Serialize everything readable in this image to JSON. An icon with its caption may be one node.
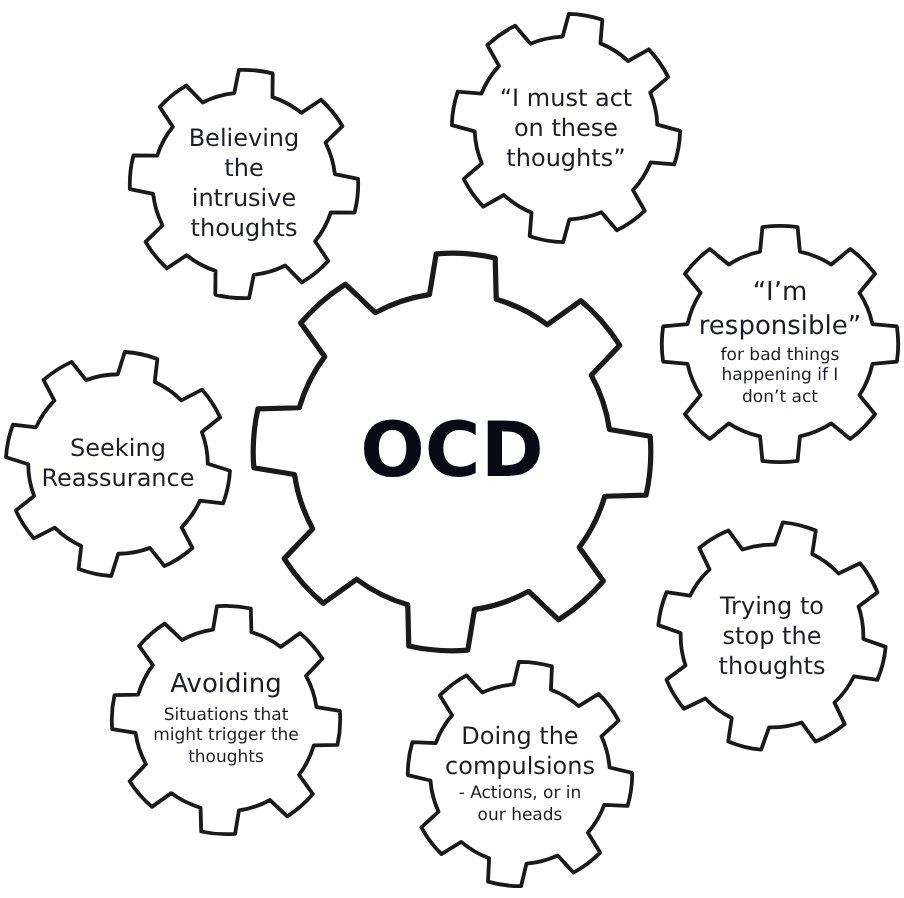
{
  "diagram": {
    "nodes": [
      {
        "text": [
          "OCD"
        ]
      },
      {
        "text": [
          "“I must act on these thoughts”"
        ]
      },
      {
        "text": [
          "“I’m responsible”",
          "for bad things happening if I don’t act"
        ]
      },
      {
        "text": [
          "Trying to stop the thoughts"
        ]
      },
      {
        "text": [
          "Doing the compulsions",
          "- Actions, or in our heads"
        ]
      },
      {
        "text": [
          "Avoiding",
          "Situations that might trigger the thoughts"
        ]
      },
      {
        "text": [
          "Seeking Reassurance"
        ]
      },
      {
        "text": [
          "Believing the intrusive thoughts"
        ]
      }
    ]
  }
}
